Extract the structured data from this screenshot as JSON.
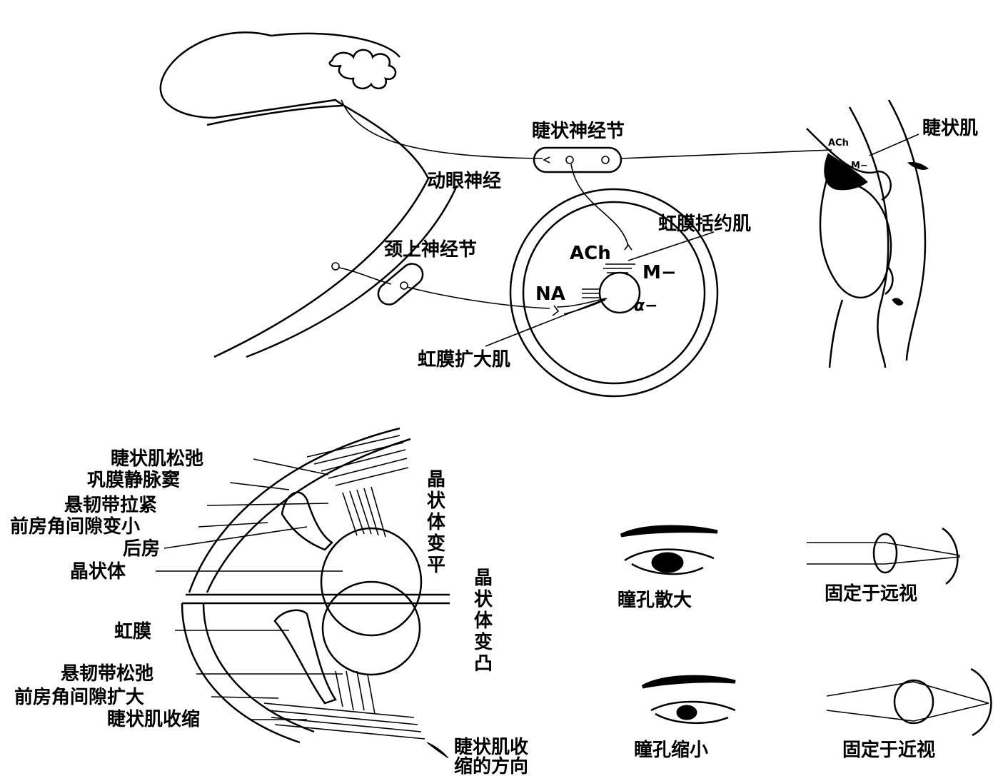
{
  "top_diagram": {
    "ciliary_ganglion": "睫状神经节",
    "oculomotor_nerve": "动眼神经",
    "superior_cervical_ganglion": "颈上神经节",
    "sphincter_pupillae": "虹膜括约肌",
    "dilator_pupillae": "虹膜扩大肌",
    "ciliary_muscle": "睫状肌",
    "ach": "ACh",
    "m_receptor": "M−",
    "na": "NA",
    "alpha_receptor": "α−",
    "ach_small": "ACh",
    "m_small": "M−"
  },
  "bottom_left": {
    "ciliary_relax": "睫状肌松弛",
    "scleral_sinus": "巩膜静脉窦",
    "zonule_tight": "悬韧带拉紧",
    "angle_narrow": "前房角间隙变小",
    "posterior_chamber": "后房",
    "lens": "晶状体",
    "iris": "虹膜",
    "zonule_relax": "悬韧带松弛",
    "angle_wide": "前房角间隙扩大",
    "ciliary_contract": "睫状肌收缩",
    "contract_dir_1": "睫状肌收",
    "contract_dir_2": "缩的方向",
    "lens_flat": [
      "晶",
      "状",
      "体",
      "变",
      "平"
    ],
    "lens_convex": [
      "晶",
      "状",
      "体",
      "变",
      "凸"
    ]
  },
  "bottom_right": {
    "pupil_dilated": "瞳孔散大",
    "fixed_far": "固定于远视",
    "pupil_constricted": "瞳孔缩小",
    "fixed_near": "固定于近视"
  }
}
